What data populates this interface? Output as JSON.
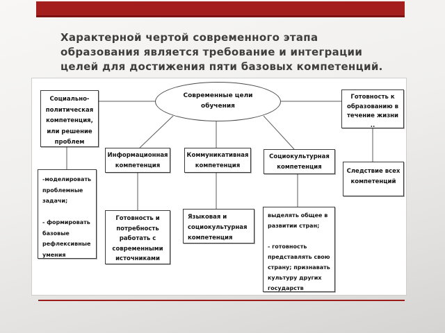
{
  "colors": {
    "accent_red": "#a51e1e",
    "accent_red_dark": "#7d1111",
    "underline_red": "#9b1a1a",
    "title_text": "#3f3e3d"
  },
  "title": "Характерной чертой современного этапа\nобразования является требование и интеграции\nцелей для достижения пяти базовых компетенций.",
  "diagram": {
    "center_ellipse": "Современные цели\nобучения",
    "boxes": {
      "social_political": "Социально-\nполитическая\nкомпетенция,\nили решение\nпроблем",
      "lifelong_readiness": "Готовность к\nобразованию в\nтечение жизни\n..",
      "informational": "Информационная\nкомпетенция",
      "communicative": "Коммуникативная\nкомпетенция",
      "sociocultural": "Социокультурная\nкомпетенция",
      "consequence": "Следствие всех\nкомпетенций",
      "modeling_skills": "-моделировать\nпроблемные\nзадачи;\n\n- формировать\nбазовые\nрефлексивные\nумения",
      "sources_readiness": "Готовность и\nпотребность\nработать с\nсовременными\nисточниками",
      "language_sociocultural": "Языковая и\nсоциокультурная\nкомпетенция",
      "common_development": "выделять общее в\nразвитии стран;\n\n- готовность\nпредставлять свою\nстрану; признавать\nкультуру других\nгосударств"
    }
  }
}
